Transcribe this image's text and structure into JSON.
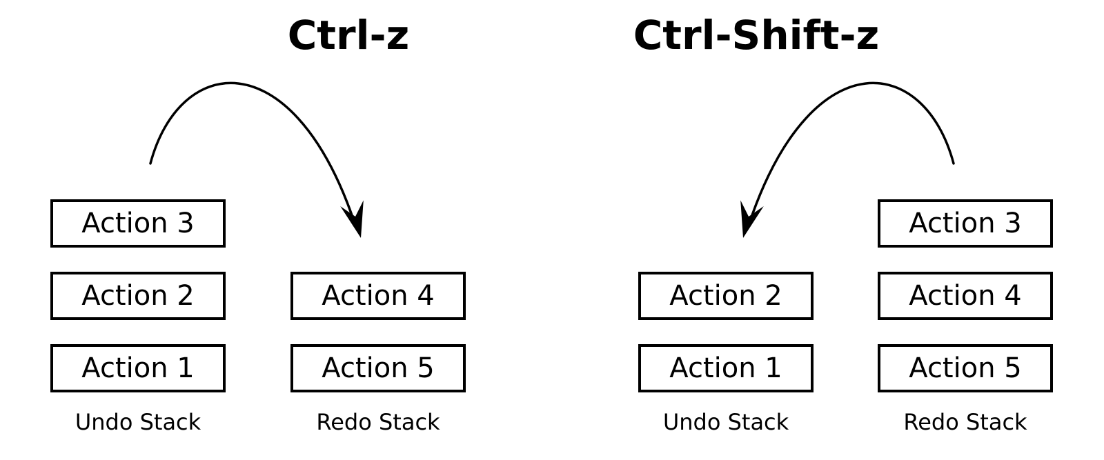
{
  "diagram": {
    "colors": {
      "ink": "#000000",
      "paper": "#ffffff"
    },
    "panels": [
      {
        "id": "undo-operation",
        "title": "Ctrl-z",
        "arrow": {
          "from": "undo-stack-top",
          "to": "redo-stack",
          "direction": "left-to-right"
        },
        "undo_stack": {
          "label": "Undo Stack",
          "items": [
            "Action 3",
            "Action 2",
            "Action 1"
          ]
        },
        "redo_stack": {
          "label": "Redo Stack",
          "items": [
            "Action 4",
            "Action 5"
          ]
        }
      },
      {
        "id": "redo-operation",
        "title": "Ctrl-Shift-z",
        "arrow": {
          "from": "redo-stack-top",
          "to": "undo-stack",
          "direction": "right-to-left"
        },
        "undo_stack": {
          "label": "Undo Stack",
          "items": [
            "Action 2",
            "Action 1"
          ]
        },
        "redo_stack": {
          "label": "Redo Stack",
          "items": [
            "Action 3",
            "Action 4",
            "Action 5"
          ]
        }
      }
    ]
  }
}
